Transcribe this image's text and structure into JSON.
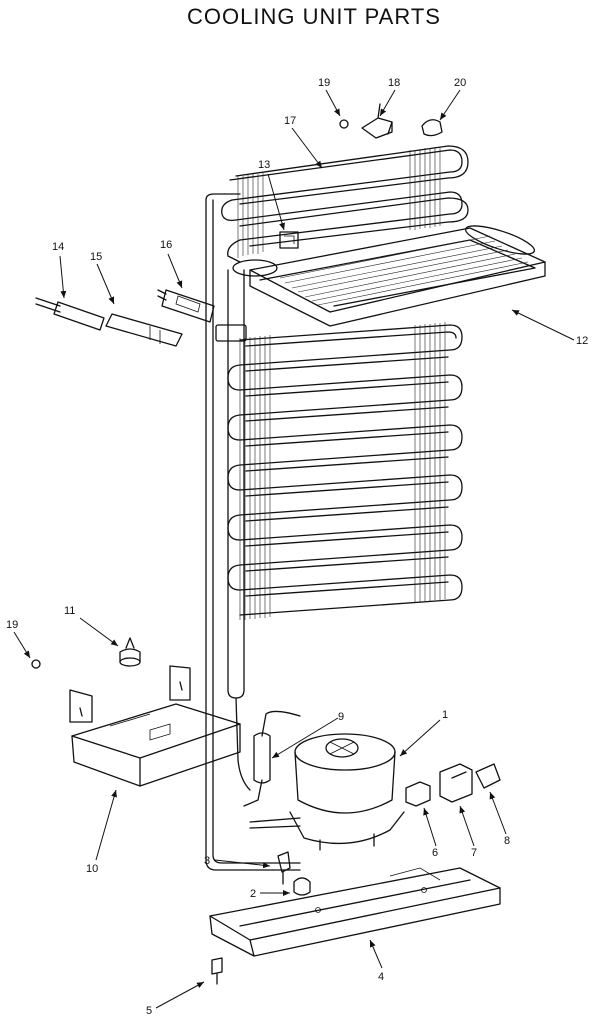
{
  "title": "COOLING UNIT PARTS",
  "callouts": {
    "c1": "1",
    "c2": "2",
    "c3": "3",
    "c4": "4",
    "c5": "5",
    "c6": "6",
    "c7": "7",
    "c8": "8",
    "c9": "9",
    "c10": "10",
    "c11": "11",
    "c12": "12",
    "c13": "13",
    "c14": "14",
    "c15": "15",
    "c16": "16",
    "c17": "17",
    "c18": "18",
    "c19a": "19",
    "c19b": "19",
    "c20": "20"
  }
}
